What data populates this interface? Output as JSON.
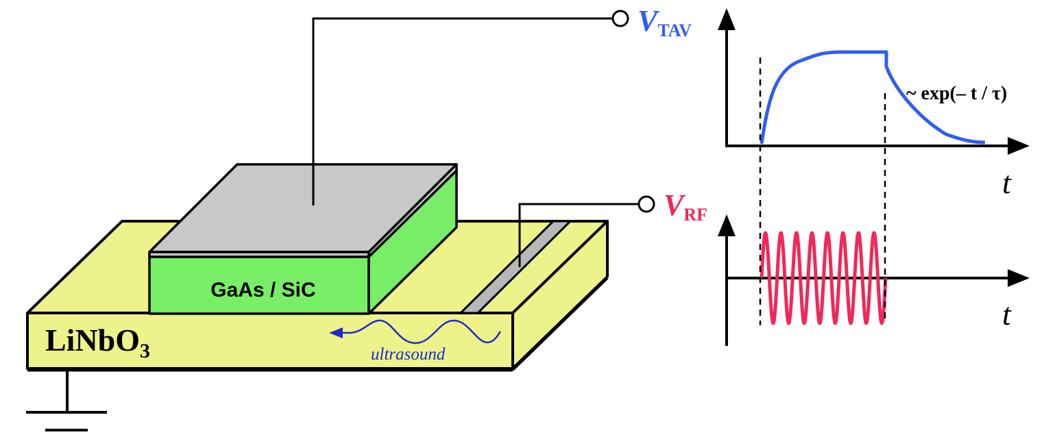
{
  "labels": {
    "substrate": "LiNbO",
    "substrate_sub": "3",
    "film": "GaAs / SiC",
    "wave": "ultrasound",
    "v_tav_main": "V",
    "v_tav_sub": "TAV",
    "v_rf_main": "V",
    "v_rf_sub": "RF",
    "decay_formula": "~ exp(– t / τ)",
    "time_axis_top": "t",
    "time_axis_bottom": "t"
  },
  "colors": {
    "substrate_fill": "#eef28a",
    "film_fill": "#77ee66",
    "electrode_fill": "#c8c8c8",
    "transducer_fill": "#b8b8b8",
    "tav_color": "#2f5ef0",
    "rf_color": "#f0285a",
    "wave_color": "#1c2acc",
    "line_color": "#000000"
  }
}
